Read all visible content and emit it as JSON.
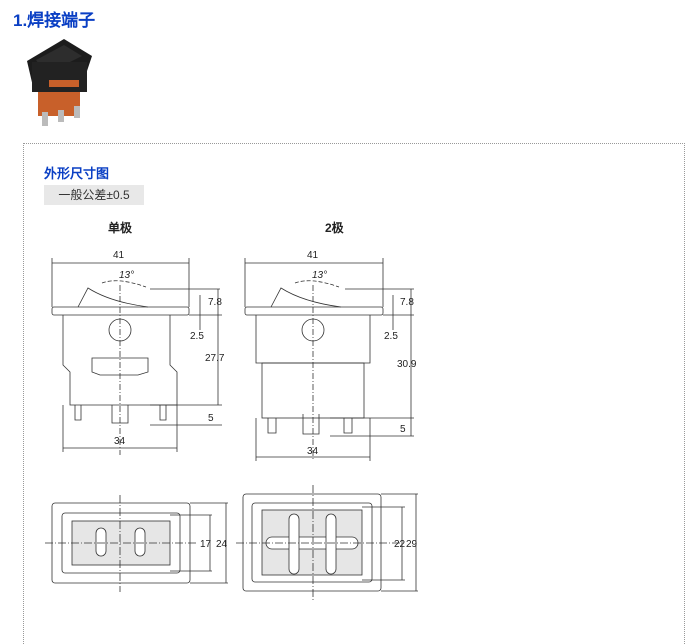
{
  "section_title": "1.焊接端子",
  "diagram_heading": "外形尺寸图",
  "tolerance_note": "一般公差±0.5",
  "single_pole": {
    "heading": "单极",
    "width_top": "41",
    "angle": "13°",
    "rocker_height": "7.8",
    "plate_thickness": "2.5",
    "body_height": "27.7",
    "terminal_length": "5",
    "width_bottom": "34",
    "cutout_inner": "17",
    "cutout_outer": "24"
  },
  "double_pole": {
    "heading": "2极",
    "width_top": "41",
    "angle": "13°",
    "rocker_height": "7.8",
    "plate_thickness": "2.5",
    "body_height": "30.9",
    "terminal_length": "5",
    "width_bottom": "34",
    "cutout_inner": "22",
    "cutout_outer": "29"
  }
}
